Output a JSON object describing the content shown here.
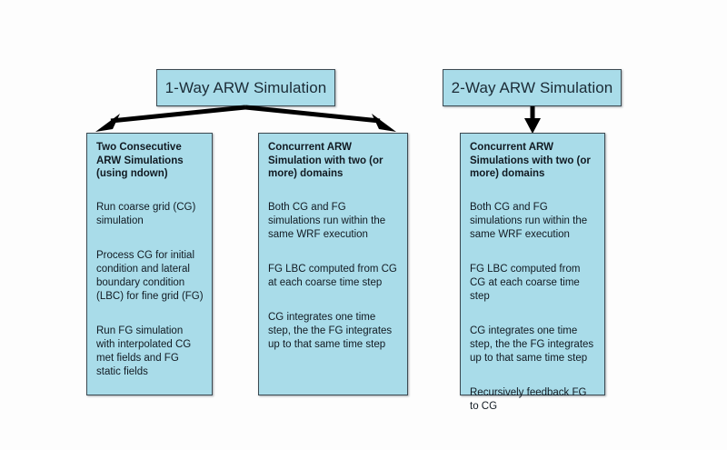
{
  "diagram": {
    "title_nodes": [
      {
        "id": "one-way",
        "label": "1-Way ARW Simulation"
      },
      {
        "id": "two-way",
        "label": "2-Way ARW Simulation"
      }
    ],
    "columns": [
      {
        "id": "ndown",
        "heading": "Two Consecutive ARW Simulations (using ndown)",
        "items": [
          "Run coarse grid (CG) simulation",
          "Process CG for initial condition and lateral boundary condition (LBC) for fine grid (FG)",
          "Run FG simulation with interpolated CG met fields and FG static fields"
        ]
      },
      {
        "id": "concurrent-one-way",
        "heading": "Concurrent ARW Simulation with two (or more) domains",
        "items": [
          "Both CG and FG simulations run within the same WRF execution",
          "FG LBC computed from CG at each coarse time step",
          "CG integrates one time step, the the FG integrates up to that same time step"
        ]
      },
      {
        "id": "concurrent-two-way",
        "heading": "Concurrent ARW Simulations with two (or more) domains",
        "items": [
          "Both CG and FG simulations run within the same WRF execution",
          "FG LBC computed from CG at each coarse time step",
          "CG integrates one time step, the the FG integrates up to that same time step",
          "Recursively feedback FG to CG"
        ]
      }
    ],
    "connectors": [
      {
        "id": "one-way-to-ndown",
        "kind": "arrow-down-left"
      },
      {
        "id": "one-way-to-concurrent",
        "kind": "arrow-down-right"
      },
      {
        "id": "two-way-to-concurrent",
        "kind": "arrow-down"
      }
    ],
    "colors": {
      "box_fill": "#a9dce9",
      "box_border": "#3c4a52",
      "text": "#111a22",
      "arrow": "#000000",
      "background": "#fdfdfd"
    }
  }
}
